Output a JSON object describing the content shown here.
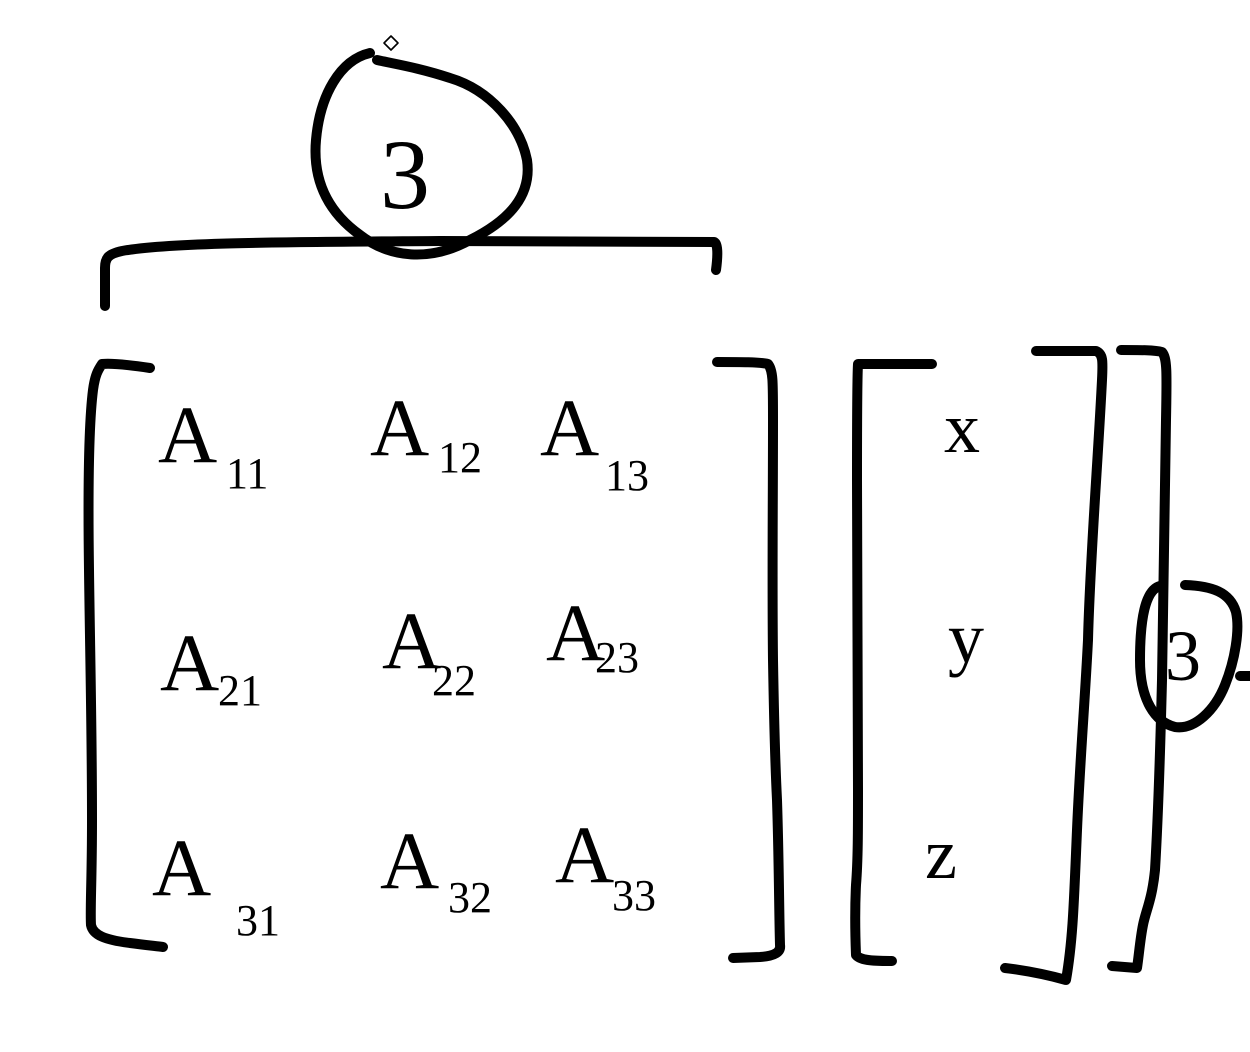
{
  "canvas": {
    "background": "#ffffff",
    "ink_color": "#000000"
  },
  "top_annotation": {
    "circled_value": "3",
    "brace_label": "column-count-brace"
  },
  "matrix": {
    "rows": [
      [
        {
          "base": "A",
          "subscript": "11"
        },
        {
          "base": "A",
          "subscript": "12"
        },
        {
          "base": "A",
          "subscript": "13"
        }
      ],
      [
        {
          "base": "A",
          "subscript": "21"
        },
        {
          "base": "A",
          "subscript": "22"
        },
        {
          "base": "A",
          "subscript": "23"
        }
      ],
      [
        {
          "base": "A",
          "subscript": "31"
        },
        {
          "base": "A",
          "subscript": "32"
        },
        {
          "base": "A",
          "subscript": "33"
        }
      ]
    ]
  },
  "vector": {
    "entries": [
      "x",
      "y",
      "z"
    ]
  },
  "side_annotation": {
    "circled_value": "3"
  },
  "icons": {
    "selection_handle": "diamond-handle-icon"
  }
}
